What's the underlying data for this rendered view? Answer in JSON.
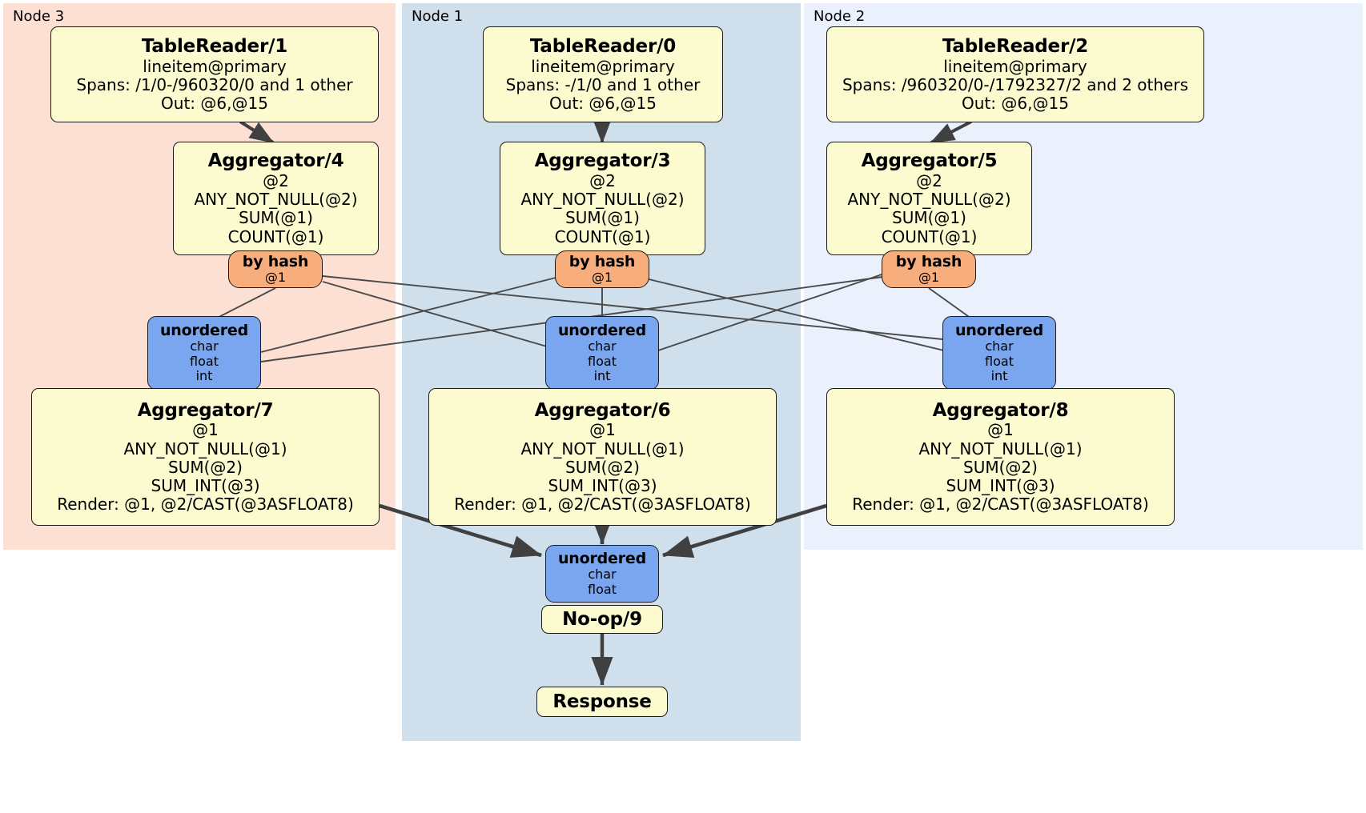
{
  "diagram": {
    "type": "distsql-physical-plan",
    "clusters": [
      {
        "id": "node3",
        "label": "Node 3",
        "color": "#fce0d4"
      },
      {
        "id": "node1",
        "label": "Node 1",
        "color": "#cfdfeb"
      },
      {
        "id": "node2",
        "label": "Node 2",
        "color": "#eaf0fc"
      }
    ],
    "colors": {
      "processor": "#fbfbcf",
      "router": "#f8ad7d",
      "synchronizer": "#79a6ef",
      "border": "#1a1a1a",
      "edge": "#404040",
      "edge_thin": "#4a4a4a"
    },
    "nodes": {
      "table_reader_1": {
        "title": "TableReader/1",
        "lines": [
          "lineitem@primary",
          "Spans: /1/0-/960320/0 and 1 other",
          "Out: @6,@15"
        ]
      },
      "table_reader_0": {
        "title": "TableReader/0",
        "lines": [
          "lineitem@primary",
          "Spans: -/1/0 and 1 other",
          "Out: @6,@15"
        ]
      },
      "table_reader_2": {
        "title": "TableReader/2",
        "lines": [
          "lineitem@primary",
          "Spans: /960320/0-/1792327/2 and 2 others",
          "Out: @6,@15"
        ]
      },
      "aggregator_4": {
        "title": "Aggregator/4",
        "lines": [
          "@2",
          "ANY_NOT_NULL(@2)",
          "SUM(@1)",
          "COUNT(@1)"
        ]
      },
      "aggregator_3": {
        "title": "Aggregator/3",
        "lines": [
          "@2",
          "ANY_NOT_NULL(@2)",
          "SUM(@1)",
          "COUNT(@1)"
        ]
      },
      "aggregator_5": {
        "title": "Aggregator/5",
        "lines": [
          "@2",
          "ANY_NOT_NULL(@2)",
          "SUM(@1)",
          "COUNT(@1)"
        ]
      },
      "router_4": {
        "title": "by hash",
        "lines": [
          "@1"
        ]
      },
      "router_3": {
        "title": "by hash",
        "lines": [
          "@1"
        ]
      },
      "router_5": {
        "title": "by hash",
        "lines": [
          "@1"
        ]
      },
      "sync_7": {
        "title": "unordered",
        "lines": [
          "char",
          "float",
          "int"
        ]
      },
      "sync_6": {
        "title": "unordered",
        "lines": [
          "char",
          "float",
          "int"
        ]
      },
      "sync_8": {
        "title": "unordered",
        "lines": [
          "char",
          "float",
          "int"
        ]
      },
      "aggregator_7": {
        "title": "Aggregator/7",
        "lines": [
          "@1",
          "ANY_NOT_NULL(@1)",
          "SUM(@2)",
          "SUM_INT(@3)",
          "Render: @1, @2/CAST(@3ASFLOAT8)"
        ]
      },
      "aggregator_6": {
        "title": "Aggregator/6",
        "lines": [
          "@1",
          "ANY_NOT_NULL(@1)",
          "SUM(@2)",
          "SUM_INT(@3)",
          "Render: @1, @2/CAST(@3ASFLOAT8)"
        ]
      },
      "aggregator_8": {
        "title": "Aggregator/8",
        "lines": [
          "@1",
          "ANY_NOT_NULL(@1)",
          "SUM(@2)",
          "SUM_INT(@3)",
          "Render: @1, @2/CAST(@3ASFLOAT8)"
        ]
      },
      "sync_final": {
        "title": "unordered",
        "lines": [
          "char",
          "float"
        ]
      },
      "noop_9": {
        "title": "No-op/9",
        "lines": []
      },
      "response": {
        "title": "Response",
        "lines": []
      }
    }
  }
}
